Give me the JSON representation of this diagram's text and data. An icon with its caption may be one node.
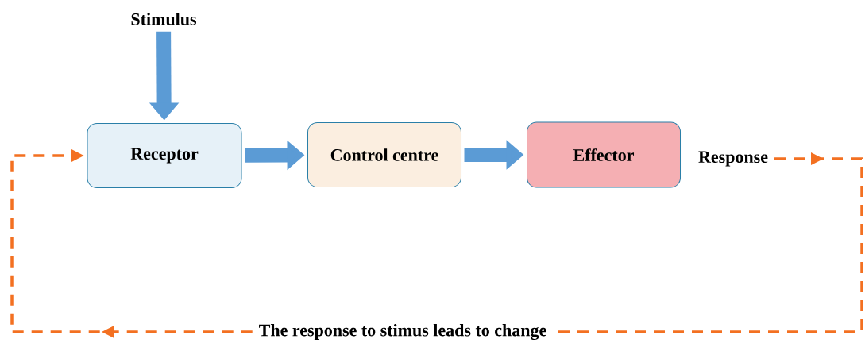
{
  "diagram": {
    "nodes": [
      {
        "text": [
          "Stimulus"
        ]
      },
      {
        "text": [
          "Receptor"
        ]
      },
      {
        "text": [
          "Control centre"
        ]
      },
      {
        "text": [
          "Effector"
        ]
      },
      {
        "text": [
          "Response"
        ]
      },
      {
        "text": [
          "The response to stimus leads to change"
        ]
      }
    ],
    "edges": [
      {
        "from": 0,
        "to": 1,
        "arrow": "to"
      },
      {
        "from": 1,
        "to": 2,
        "arrow": "to"
      },
      {
        "from": 2,
        "to": 3,
        "arrow": "to"
      },
      {
        "from": 4,
        "to": 5,
        "arrow": "to",
        "style": "dashed",
        "color": "#f37021"
      },
      {
        "from": 5,
        "to": 1,
        "arrow": "to",
        "style": "dashed",
        "color": "#f37021"
      }
    ]
  }
}
